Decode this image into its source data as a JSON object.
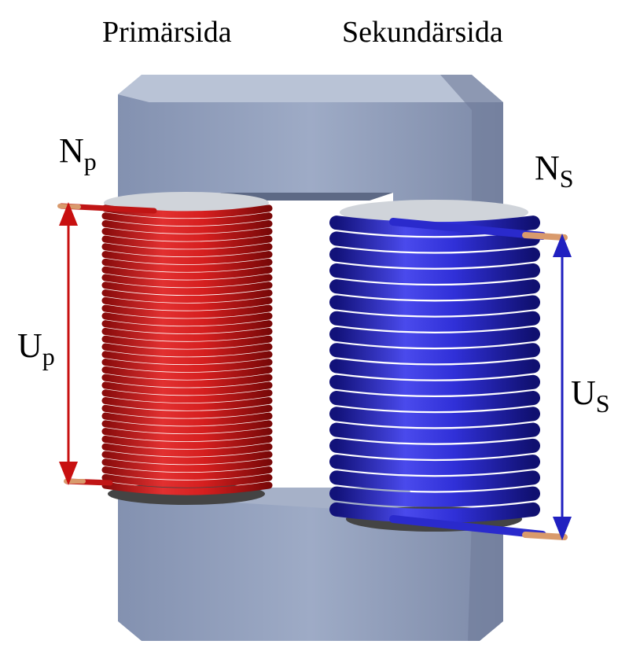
{
  "labels": {
    "primary_side": "Primärsida",
    "secondary_side": "Sekundärsida",
    "primary_turns": {
      "main": "N",
      "sub": "p"
    },
    "secondary_turns": {
      "main": "N",
      "sub": "S"
    },
    "primary_voltage": {
      "main": "U",
      "sub": "p"
    },
    "secondary_voltage": {
      "main": "U",
      "sub": "S"
    }
  },
  "coils": {
    "primary": {
      "turns": 37,
      "color": "#cc1a1a"
    },
    "secondary": {
      "turns": 19,
      "color": "#2a2acc"
    }
  },
  "colors": {
    "core": "#8e9bb7",
    "primary_arrow": "#c81010",
    "secondary_arrow": "#2020c0",
    "wire_end": "#d99a6c"
  }
}
